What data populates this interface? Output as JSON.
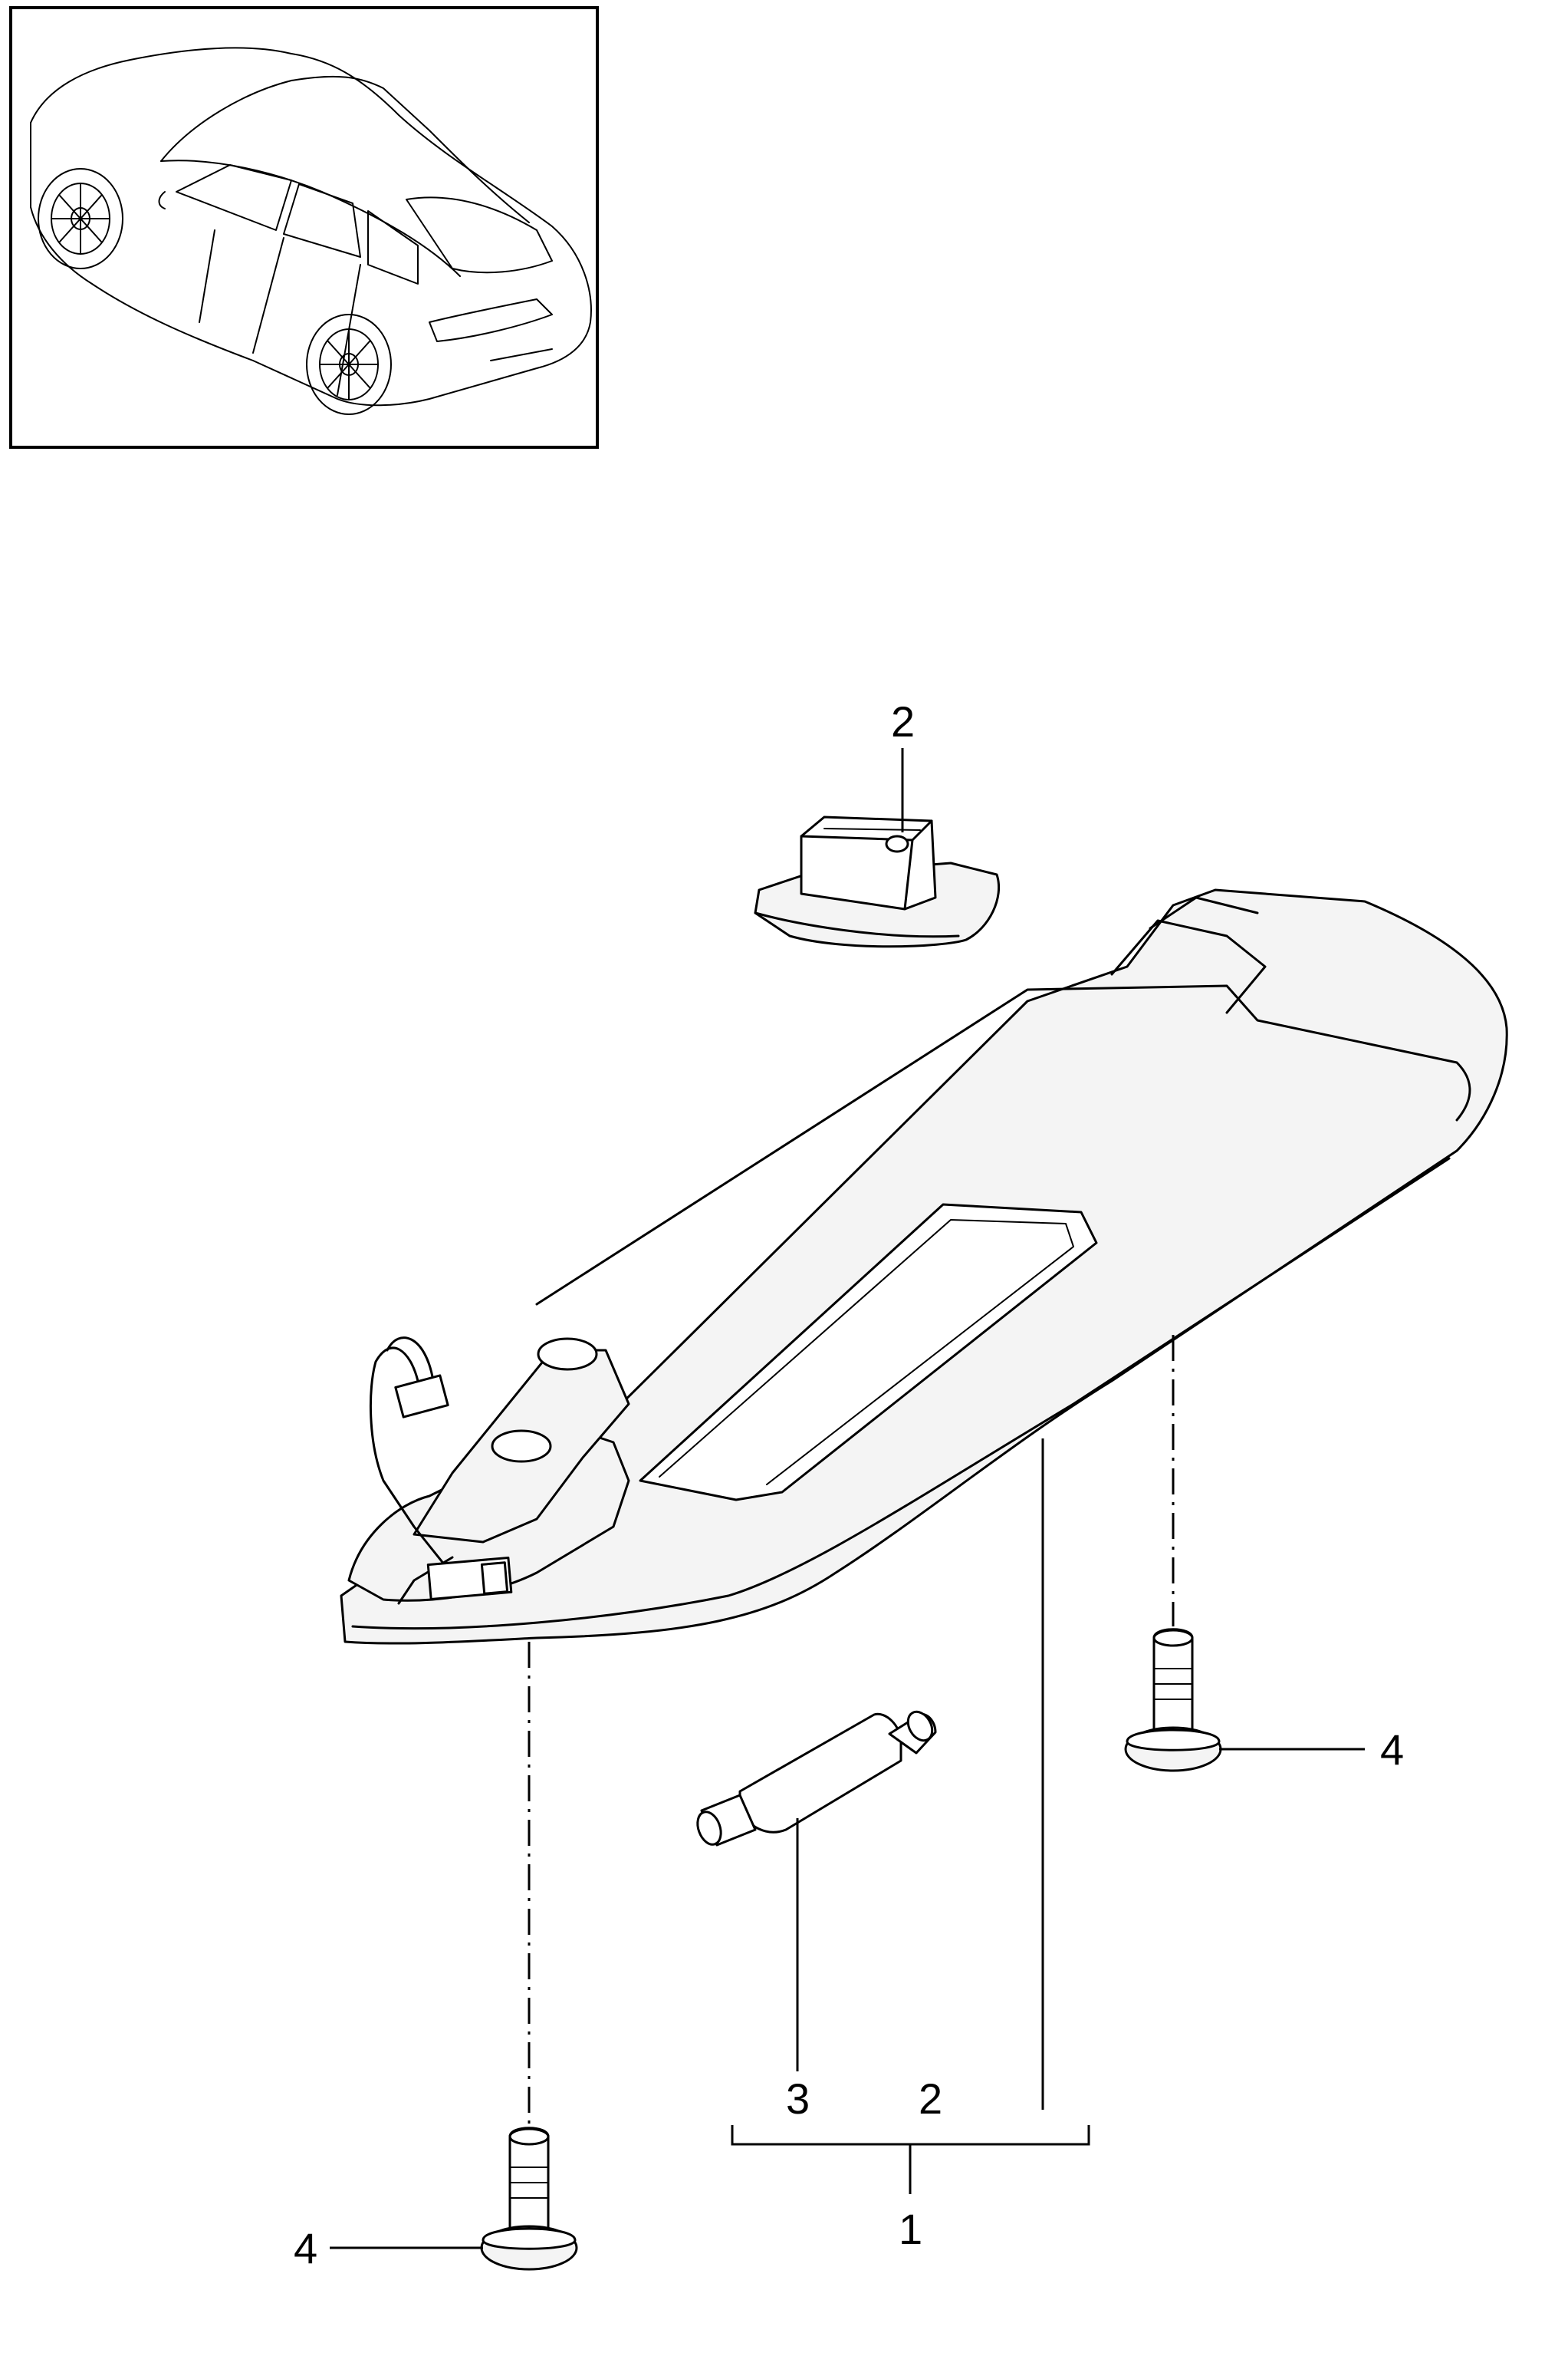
{
  "callouts": {
    "c_2_top": "2",
    "c_4_right": "4",
    "c_3": "3",
    "c_2_bottom": "2",
    "c_1": "1",
    "c_4_left": "4"
  }
}
